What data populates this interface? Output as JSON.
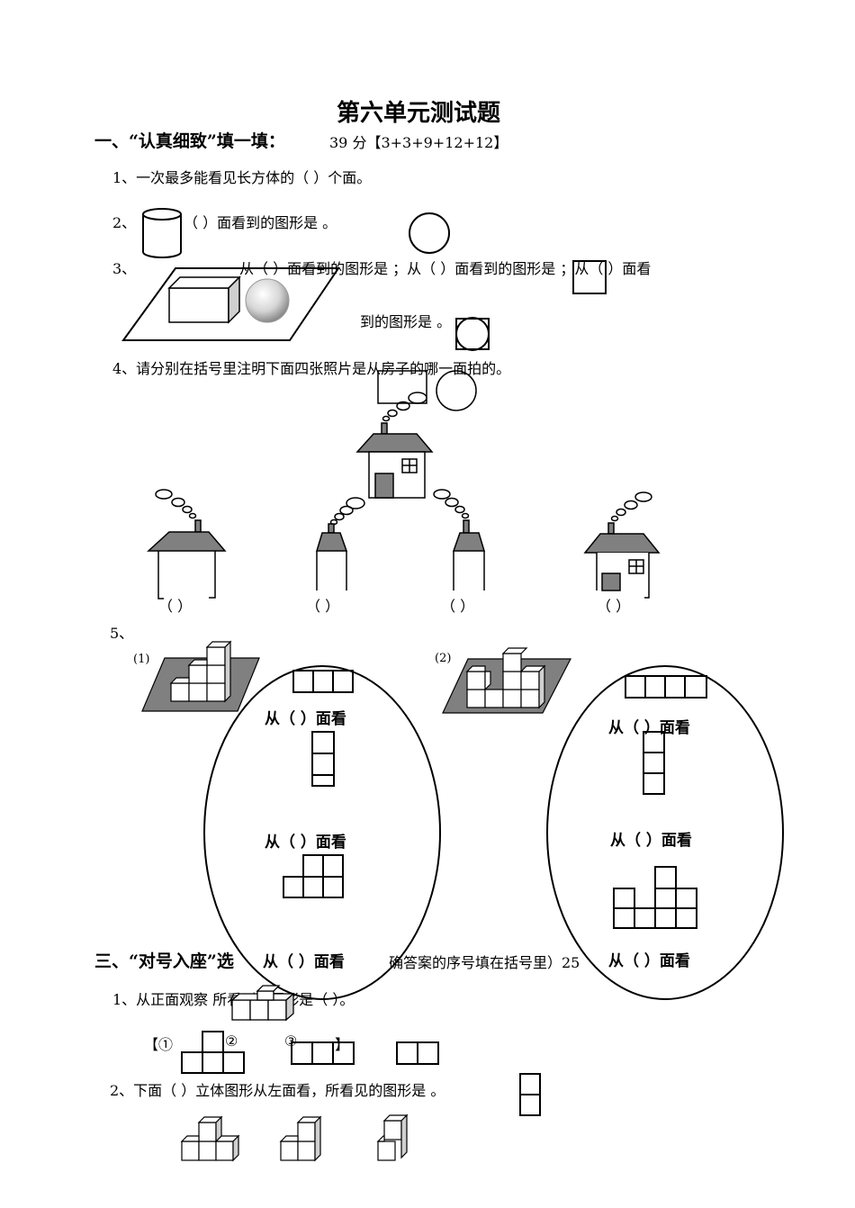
{
  "title": "第六单元测试题",
  "section1": {
    "heading": "一、“认真细致”填一填：",
    "score": "39 分【3+3+9+12+12】",
    "q1": "1、一次最多能看见长方体的（      ）个面。",
    "q2_num": "2、",
    "q2_text": "（      ）面看到的图形是        。",
    "q3_num": "3、",
    "q3_line1": "从（      ）面看到的图形是      ；从（      ）面看到的图形是      ；从（      ）面看",
    "q3_line2": "到的图形是              。",
    "q4": "4、请分别在括号里注明下面四张照片是从房子的哪一面拍的。",
    "q4_blanks": [
      "（   ）",
      "（   ）",
      "（   ）",
      "（   ）"
    ],
    "q5_num": "5、",
    "q5_labels": [
      "(1)",
      "(2)"
    ],
    "view_label": "从（    ）面看"
  },
  "section3": {
    "heading": "三、“对号入座”选",
    "heading_tail": "确答案的序号填在括号里）25",
    "q1": "1、从正面观察              所看到的图形是（    ）。",
    "q1_options": [
      "【①",
      "②",
      "③",
      "】"
    ],
    "q2": "2、下面（    ）立体图形从左面看，所看见的图形是       。"
  }
}
